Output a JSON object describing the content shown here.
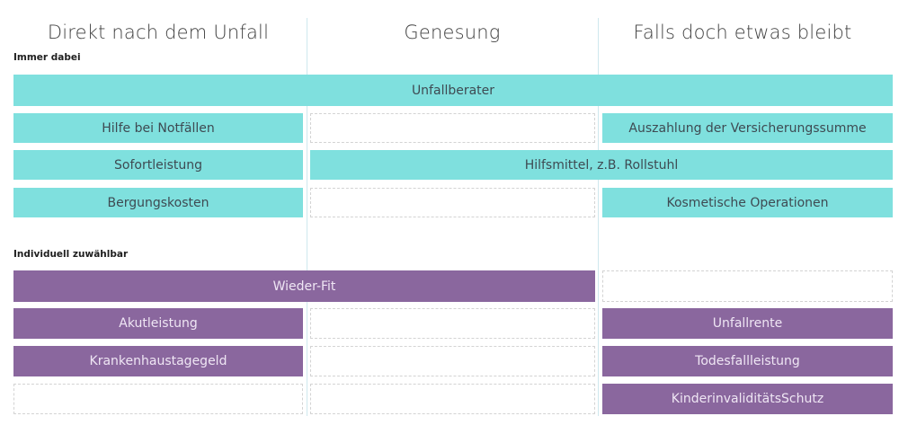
{
  "columns": {
    "col1": "Direkt nach dem Unfall",
    "col2": "Genesung",
    "col3": "Falls doch etwas bleibt"
  },
  "sections": {
    "always": "Immer dabei",
    "optional": "Individuell zuwählbar"
  },
  "colors": {
    "teal": "#7fe0de",
    "purple": "#8a679e"
  },
  "always": {
    "unfallberater": "Unfallberater",
    "hilfe": "Hilfe bei Notfällen",
    "auszahlung": "Auszahlung der Versicherungssumme",
    "sofortleistung": "Sofortleistung",
    "hilfsmittel": "Hilfsmittel, z.B. Rollstuhl",
    "bergungskosten": "Bergungskosten",
    "kosmetische": "Kosmetische Operationen"
  },
  "optional": {
    "wiederfit": "Wieder-Fit",
    "akutleistung": "Akutleistung",
    "unfallrente": "Unfallrente",
    "krankenhaus": "Krankenhaustagegeld",
    "todesfall": "Todesfallleistung",
    "kinder": "KinderinvaliditätsSchutz"
  }
}
